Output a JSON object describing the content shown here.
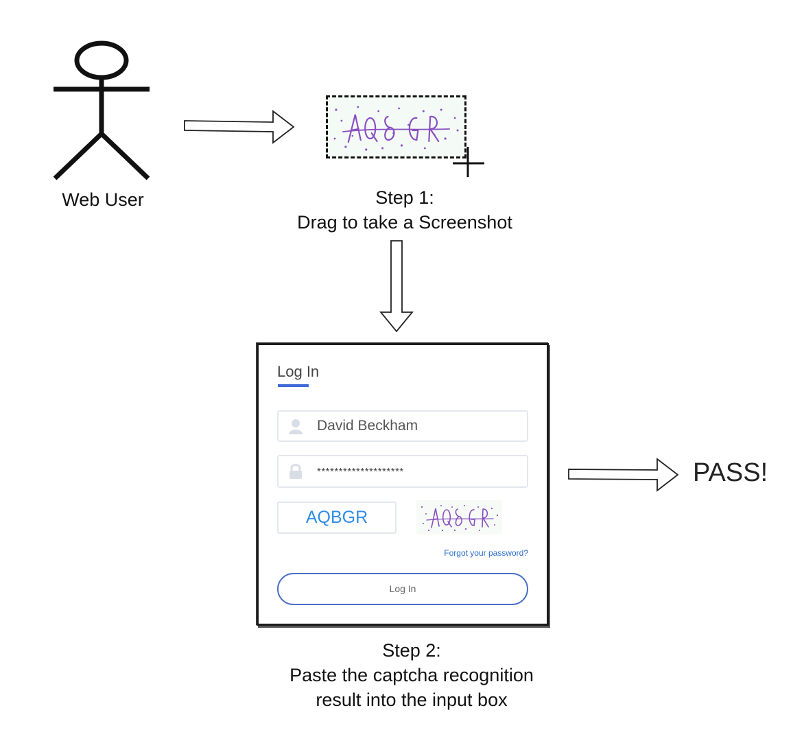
{
  "actor": {
    "label": "Web User"
  },
  "step1": {
    "title": "Step 1:",
    "description": "Drag to take a Screenshot"
  },
  "captcha": {
    "characters": "AQBGR",
    "ink_color": "#8a4fc2"
  },
  "login_form": {
    "title": "Log In",
    "username_value": "David Beckham",
    "password_value": "********************",
    "captcha_input_value": "AQBGR",
    "forgot_password_link": "Forgot your password?",
    "login_button_label": "Log In",
    "accent_color": "#3f6ad8",
    "captcha_text_color": "#2e8de6"
  },
  "step2": {
    "title": "Step 2:",
    "line1": "Paste the captcha recognition",
    "line2": "result into the input box"
  },
  "result": {
    "label": "PASS!"
  }
}
